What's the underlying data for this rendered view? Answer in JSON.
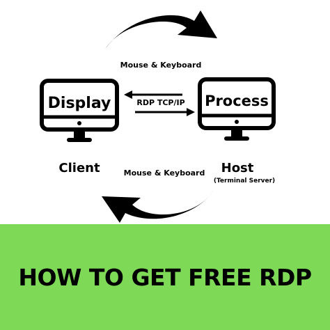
{
  "diagram": {
    "top_arrow_label": "Mouse & Keyboard",
    "bottom_arrow_label": "Mouse & Keyboard",
    "link_label": "RDP TCP/IP",
    "left_monitor": {
      "screen_text": "Display",
      "caption": "Client",
      "icon": "monitor-icon"
    },
    "right_monitor": {
      "screen_text": "Process",
      "caption": "Host",
      "subcaption": "(Terminal Server)",
      "icon": "monitor-icon"
    }
  },
  "banner": {
    "title": "HOW TO GET FREE RDP"
  },
  "colors": {
    "banner_bg": "#7ed957",
    "ink": "#000000",
    "background": "#ffffff"
  }
}
